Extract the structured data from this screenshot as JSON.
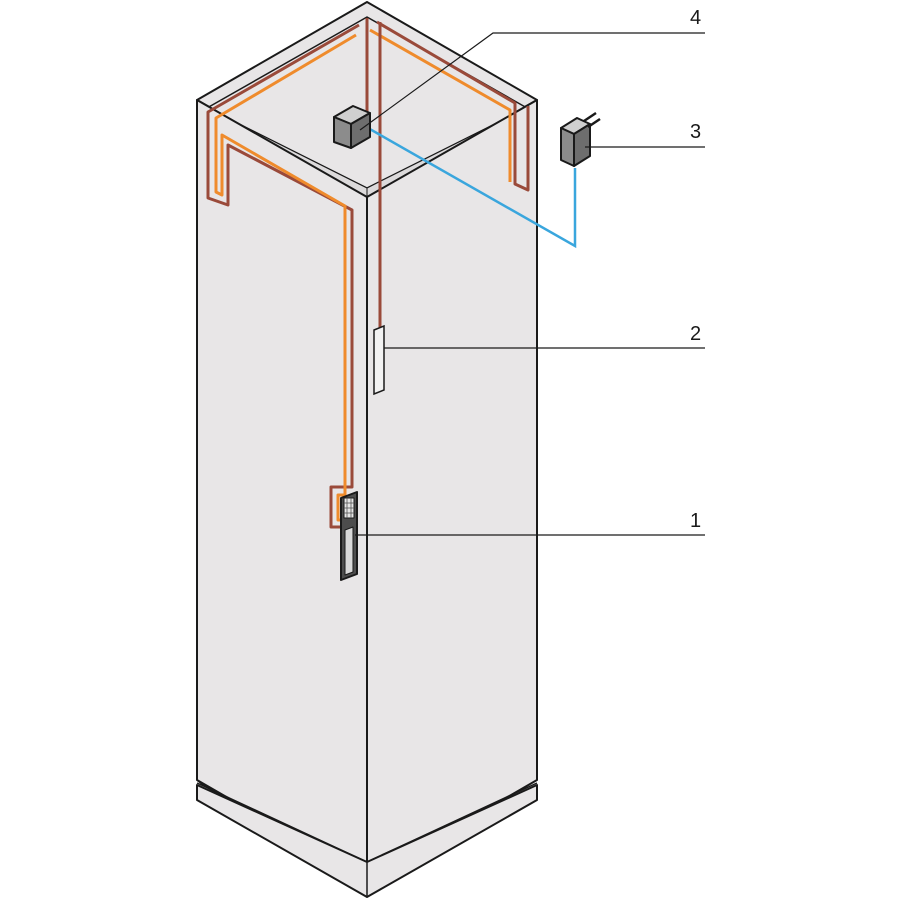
{
  "colors": {
    "background": "#ffffff",
    "cabinet_face": "#e8e6e7",
    "cabinet_outline": "#1a1a1a",
    "cable_dark": "#9a4a3a",
    "cable_orange": "#ef8b2c",
    "data_cable": "#3aa6dd",
    "callout_line": "#1a1a1a"
  },
  "callouts": [
    {
      "number": "4",
      "part": "control-unit"
    },
    {
      "number": "3",
      "part": "power-adapter"
    },
    {
      "number": "2",
      "part": "door-sensor"
    },
    {
      "number": "1",
      "part": "handle-keypad"
    }
  ]
}
